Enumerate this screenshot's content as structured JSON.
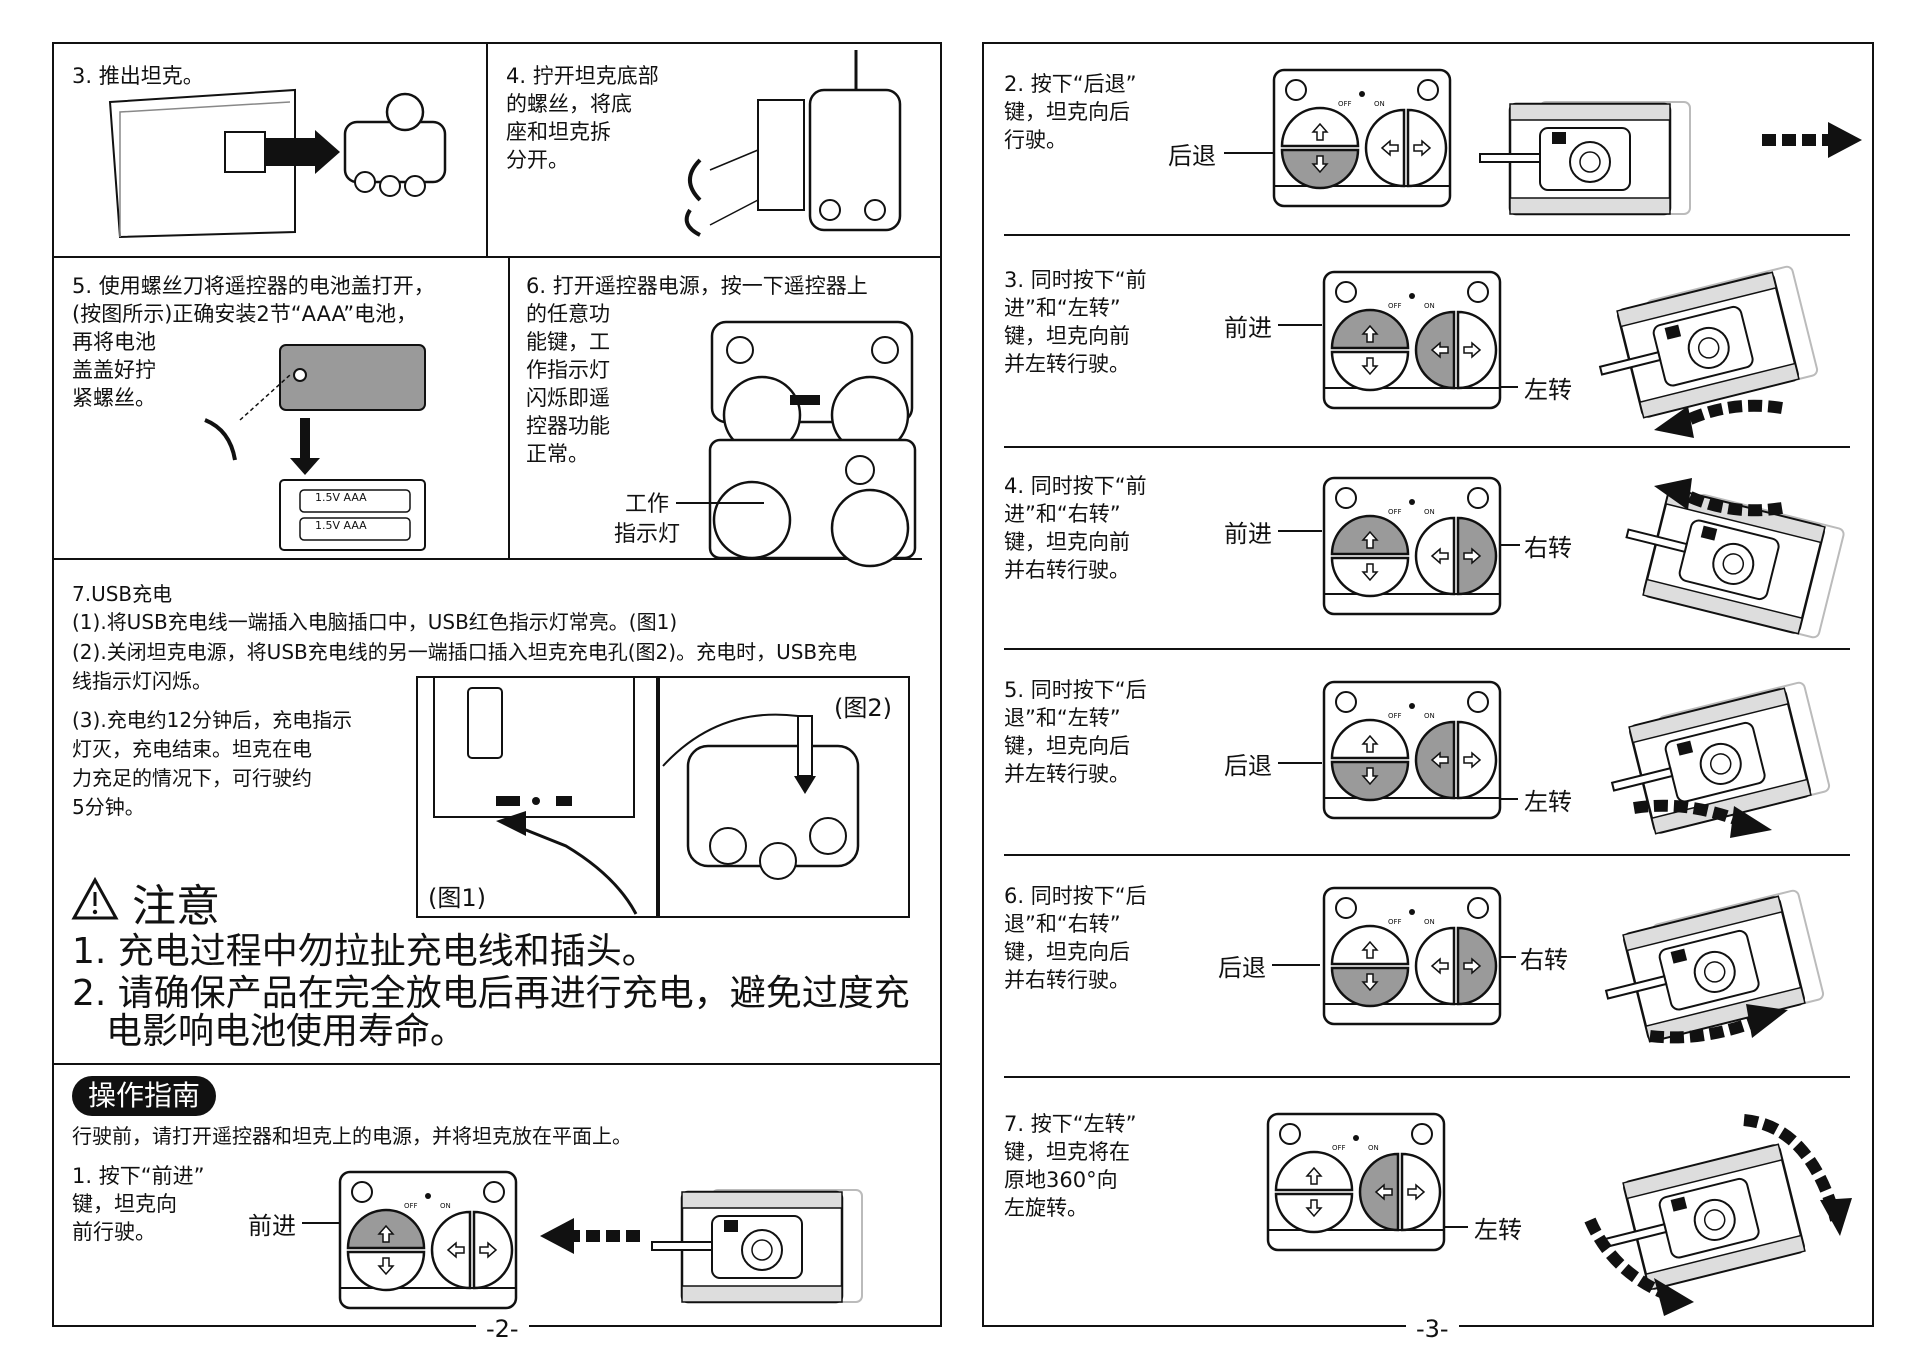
{
  "left_page": {
    "step3": "3. 推出坦克。",
    "step4": "4. 拧开坦克底部\n的螺丝，将底\n座和坦克拆\n分开。",
    "step5": "5. 使用螺丝刀将遥控器的电池盖打开，\n(按图所示)正确安装2节“AAA”电池，\n再将电池\n盖盖好拧\n紧螺丝。",
    "step6": "6. 打开遥控器电源，按一下遥控器上\n的任意功\n能键，工\n作指示灯\n闪烁即遥\n控器功能\n正常。",
    "work_light_label": "工作\n指示灯",
    "battery_label": "1.5V AAA",
    "usb_title": "7.USB充电",
    "usb_1": "(1).将USB充电线一端插入电脑插口中，USB红色指示灯常亮。(图1)",
    "usb_2": "(2).关闭坦克电源，将USB充电线的另一端插口插入坦克充电孔(图2)。充电时，USB充电\n线指示灯闪烁。",
    "usb_3": "(3).充电约12分钟后，充电指示\n灯灭，充电结束。坦克在电\n力充足的情况下，可行驶约\n5分钟。",
    "fig1": "(图1)",
    "fig2": "(图2)",
    "attention_title": "注意",
    "attention_1": "1. 充电过程中勿拉扯充电线和插头。",
    "attention_2a": "2. 请确保产品在完全放电后再进行充电，避免过度充",
    "attention_2b": "电影响电池使用寿命。",
    "guide_title": "操作指南",
    "guide_intro": "行驶前，请打开遥控器和坦克上的电源，并将坦克放在平面上。",
    "op1": "1. 按下“前进”\n键，坦克向\n前行驶。",
    "op1_label": "前进",
    "page_number": "-2-"
  },
  "right_page": {
    "op2": "2. 按下“后退”\n键，坦克向后\n行驶。",
    "op2_label": "后退",
    "op3": "3. 同时按下“前\n进”和“左转”\n键，坦克向前\n并左转行驶。",
    "op3_label_a": "前进",
    "op3_label_b": "左转",
    "op4": "4. 同时按下“前\n进”和“右转”\n键，坦克向前\n并右转行驶。",
    "op4_label_a": "前进",
    "op4_label_b": "右转",
    "op5": "5. 同时按下“后\n退”和“左转”\n键，坦克向后\n并左转行驶。",
    "op5_label_a": "后退",
    "op5_label_b": "左转",
    "op6": "6. 同时按下“后\n退”和“右转”\n键，坦克向后\n并右转行驶。",
    "op6_label_a": "后退",
    "op6_label_b": "右转",
    "op7": "7. 按下“左转”\n键，坦克将在\n原地360°向\n左旋转。",
    "op7_label": "左转",
    "page_number": "-3-"
  },
  "remote_labels": {
    "off": "OFF",
    "on": "ON"
  },
  "icons": [
    "warning-triangle-icon",
    "arrow-up-icon",
    "arrow-down-icon",
    "arrow-left-icon",
    "arrow-right-icon"
  ],
  "colors": {
    "ink": "#111111",
    "pressed": "#9a9a9a",
    "paper": "#ffffff"
  }
}
